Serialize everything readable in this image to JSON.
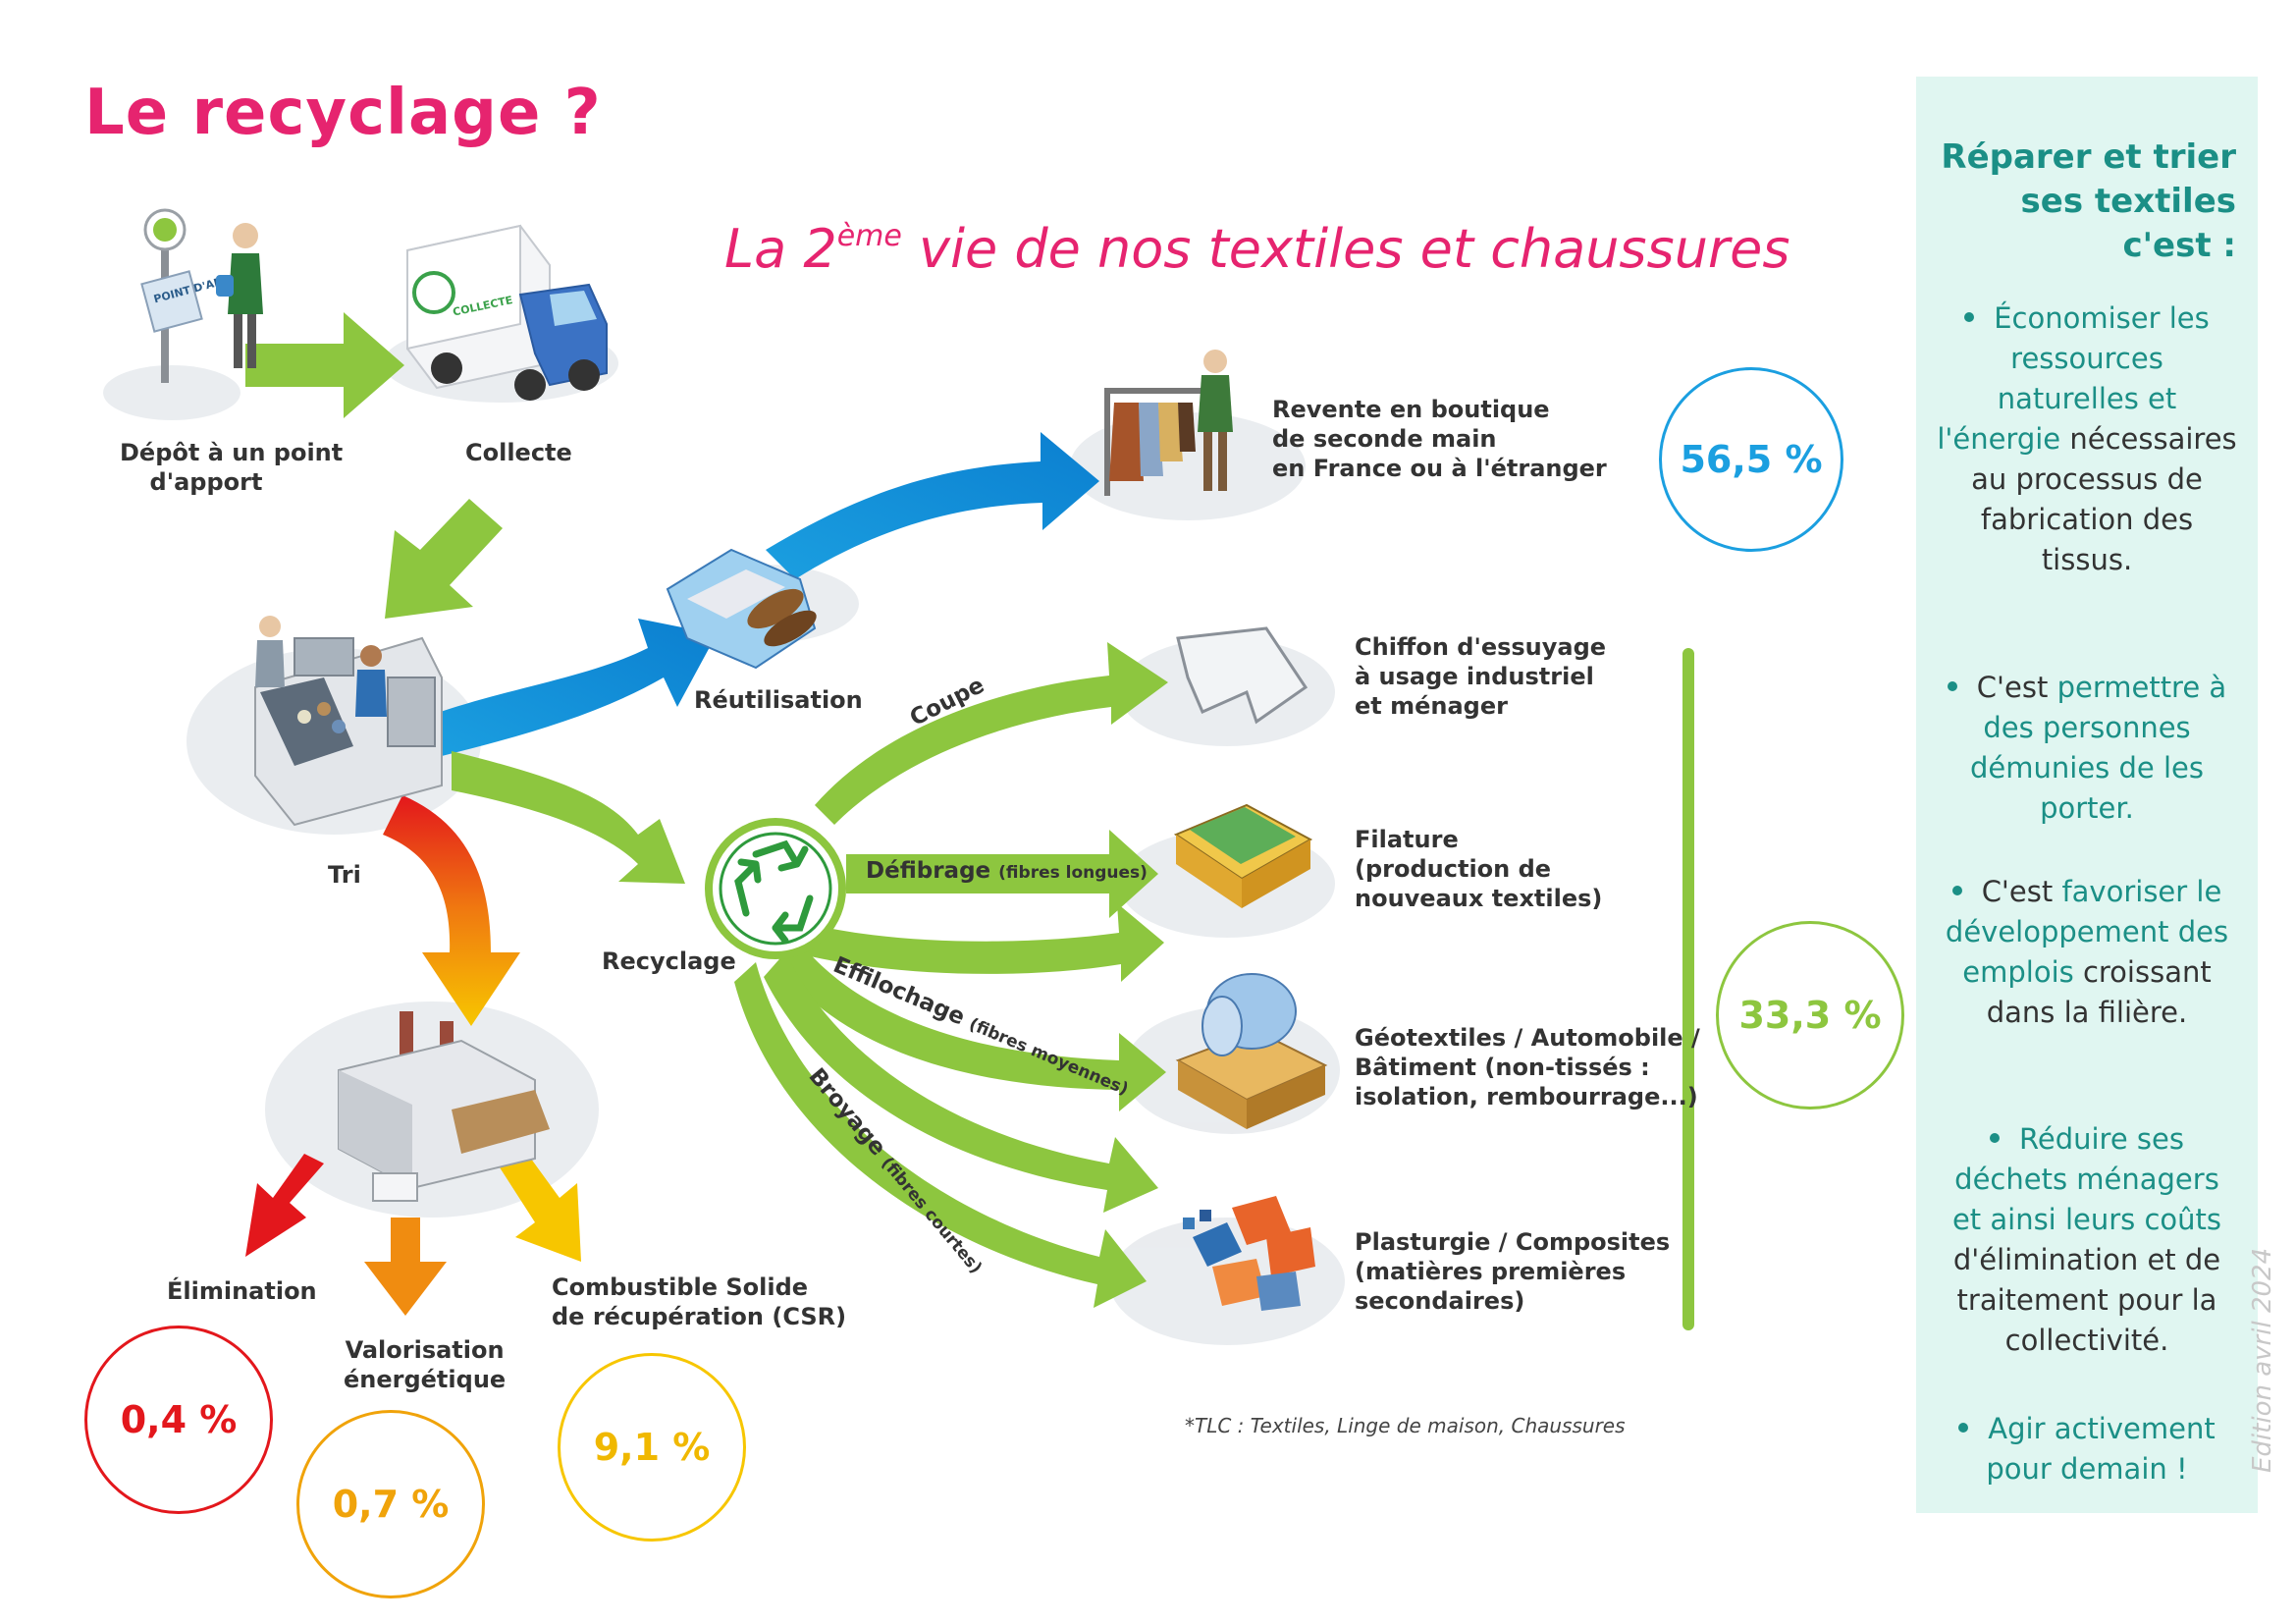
{
  "title": "Le recyclage ?",
  "subtitle": {
    "prefix": "La 2",
    "sup": "ème",
    "suffix": " vie de nos textiles et chaussures"
  },
  "steps": {
    "depot": [
      "Dépôt à un point",
      "d'apport"
    ],
    "collecte": "Collecte",
    "tri": "Tri",
    "reutilisation": "Réutilisation",
    "recyclage": "Recyclage",
    "elimination": "Élimination",
    "valorisation": [
      "Valorisation",
      "énergétique"
    ],
    "csr": [
      "Combustible Solide",
      "de récupération (CSR)"
    ]
  },
  "processes": {
    "coupe": "Coupe",
    "defibrage": "Défibrage",
    "defibrage_note": "(fibres longues)",
    "effilochage": "Effilochage",
    "effilochage_note": "(fibres moyennes)",
    "broyage": "Broyage",
    "broyage_note": "(fibres courtes)"
  },
  "outcomes": {
    "revente": [
      "Revente en boutique",
      "de seconde main",
      "en France ou à l'étranger"
    ],
    "chiffon": [
      "Chiffon d'essuyage",
      "à usage industriel",
      "et ménager"
    ],
    "filature": [
      "Filature",
      "(production de",
      "nouveaux textiles)"
    ],
    "geotextiles": [
      "Géotextiles / Automobile /",
      "Bâtiment (non-tissés :",
      "isolation, rembourrage...)"
    ],
    "plasturgie": [
      "Plasturgie / Composites",
      "(matières premières",
      "secondaires)"
    ]
  },
  "percentages": {
    "reuse": "56,5 %",
    "recycle": "33,3 %",
    "elimination": "0,4 %",
    "valorisation": "0,7 %",
    "csr": "9,1 %"
  },
  "signage": {
    "point_apport": "POINT D'APPORT",
    "collecte_truck": "COLLECTE"
  },
  "colors": {
    "pink": "#e6246f",
    "blue": "#1b9fe0",
    "green": "#8dc63f",
    "teal": "#1b8f86",
    "red": "#e3171c",
    "orange": "#f0a30a",
    "yellow": "#f7c600"
  },
  "sidebar": {
    "title": [
      "Réparer et trier",
      "ses textiles",
      "c'est :"
    ],
    "items": [
      {
        "hl": "Économiser les ressources naturelles et l'énergie",
        "text": " nécessaires au processus de fabrication des tissus."
      },
      {
        "pre": "C'est ",
        "hl": "permettre à des personnes démunies de les porter."
      },
      {
        "pre": "C'est ",
        "hl": "favoriser le développement des emplois",
        "text": " croissant dans la filière."
      },
      {
        "hl": "Réduire ses déchets ménagers et ainsi leurs coûts",
        "text": " d'élimination et de traitement pour la collectivité."
      },
      {
        "hl": "Agir activement pour demain !"
      }
    ]
  },
  "footnote": "*TLC : Textiles, Linge de maison, Chaussures",
  "edition": "Edition avril 2024"
}
